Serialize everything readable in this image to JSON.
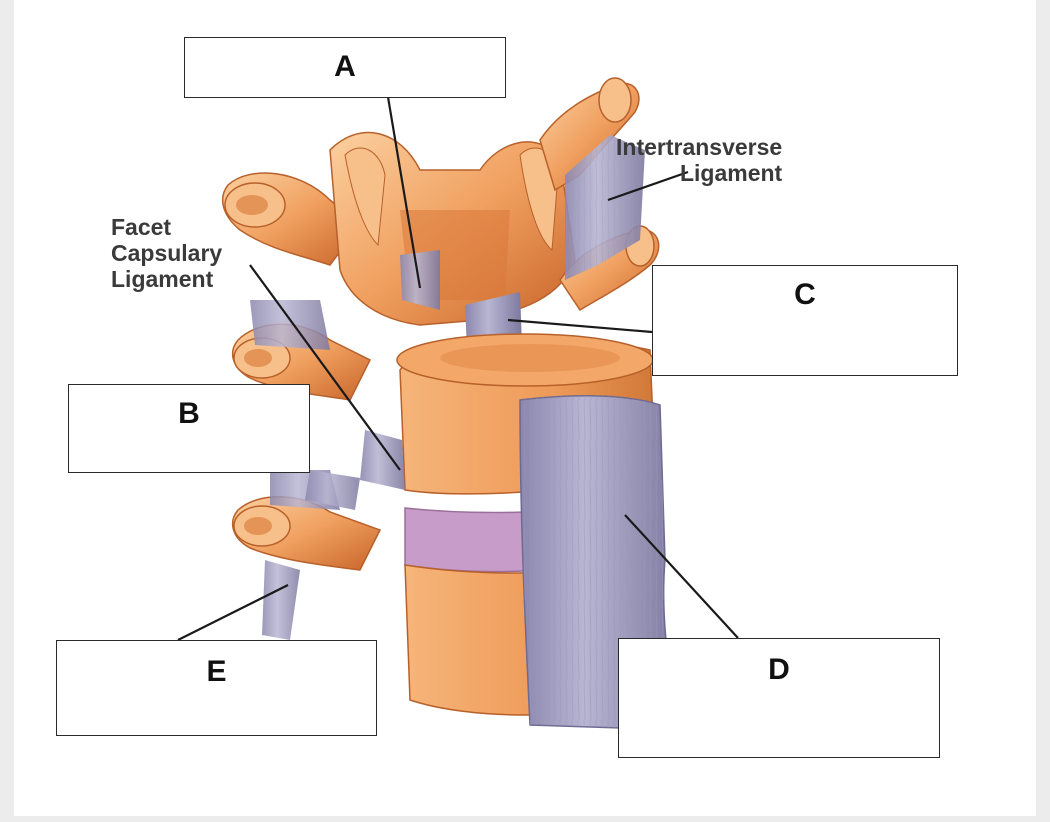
{
  "box_labels": {
    "a": "A",
    "b": "B",
    "c": "C",
    "d": "D",
    "e": "E"
  },
  "captions": {
    "facet": [
      "Facet",
      "Capsulary",
      "Ligament"
    ],
    "intertransverse": [
      "Intertransverse",
      "Ligament"
    ]
  },
  "colors": {
    "bone": "#f0a060",
    "bone_dark": "#c8642a",
    "bone_light": "#fbd6a8",
    "ligament": "#a8a4c4",
    "ligament_dark": "#7d789e",
    "disc": "#c8a0c8"
  }
}
